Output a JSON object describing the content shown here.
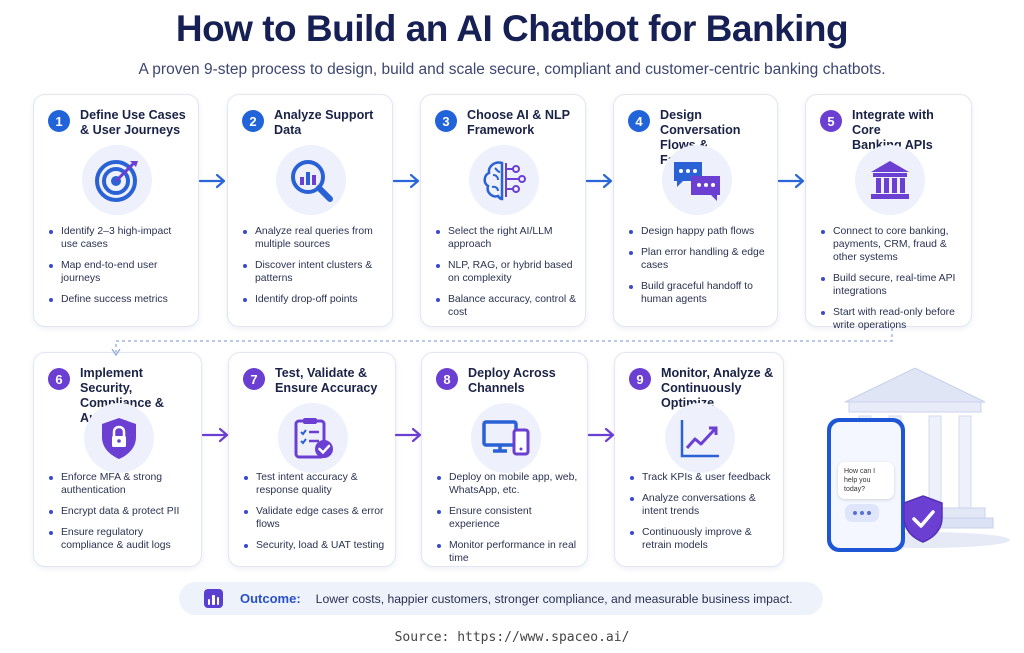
{
  "header": {
    "title": "How to Build an AI Chatbot for Banking",
    "subtitle": "A proven 9-step process to design, build and scale secure, compliant and customer-centric banking chatbots."
  },
  "steps": [
    {
      "num": "1",
      "title": "Define Use Cases\n& User Journeys",
      "icon": "target-icon",
      "bullets": [
        "Identify 2–3 high-impact use cases",
        "Map end-to-end user journeys",
        "Define success metrics"
      ]
    },
    {
      "num": "2",
      "title": "Analyze Support\nData",
      "icon": "magnifier-chart-icon",
      "bullets": [
        "Analyze real queries from multiple sources",
        "Discover intent clusters & patterns",
        "Identify drop-off points"
      ]
    },
    {
      "num": "3",
      "title": "Choose AI & NLP\nFramework",
      "icon": "brain-circuit-icon",
      "bullets": [
        "Select the right AI/LLM approach",
        "NLP, RAG, or hybrid based on complexity",
        "Balance accuracy, control & cost"
      ]
    },
    {
      "num": "4",
      "title": "Design Conversation\nFlows & Fallbacks",
      "icon": "chat-bubbles-icon",
      "bullets": [
        "Design happy path flows",
        "Plan error handling & edge cases",
        "Build graceful handoff to human agents"
      ]
    },
    {
      "num": "5",
      "title": "Integrate with Core\nBanking APIs",
      "icon": "bank-icon",
      "bullets": [
        "Connect to core banking, payments, CRM, fraud & other systems",
        "Build secure, real-time API integrations",
        "Start with read-only before write operations"
      ]
    },
    {
      "num": "6",
      "title": "Implement Security,\nCompliance & Auth",
      "icon": "shield-lock-icon",
      "bullets": [
        "Enforce MFA & strong authentication",
        "Encrypt data & protect PII",
        "Ensure regulatory compliance & audit logs"
      ]
    },
    {
      "num": "7",
      "title": "Test, Validate &\nEnsure Accuracy",
      "icon": "clipboard-check-icon",
      "bullets": [
        "Test intent accuracy & response quality",
        "Validate edge cases & error flows",
        "Security, load & UAT testing"
      ]
    },
    {
      "num": "8",
      "title": "Deploy Across\nChannels",
      "icon": "devices-icon",
      "bullets": [
        "Deploy on mobile app, web, WhatsApp, etc.",
        "Ensure consistent experience",
        "Monitor performance in real time"
      ]
    },
    {
      "num": "9",
      "title": "Monitor, Analyze &\nContinuously Optimize",
      "icon": "trend-chart-icon",
      "bullets": [
        "Track KPIs & user feedback",
        "Analyze conversations & intent trends",
        "Continuously improve & retrain models"
      ]
    }
  ],
  "illustration": {
    "chat_bubble": "How can I help you today?"
  },
  "outcome": {
    "label": "Outcome:",
    "text": "Lower costs, happier customers, stronger compliance, and measurable business impact."
  },
  "source": "Source: https://www.spaceo.ai/",
  "colors": {
    "blue": "#2163d8",
    "purple": "#6a3fd1",
    "navy": "#172054",
    "arrow": "#2b66d9"
  }
}
